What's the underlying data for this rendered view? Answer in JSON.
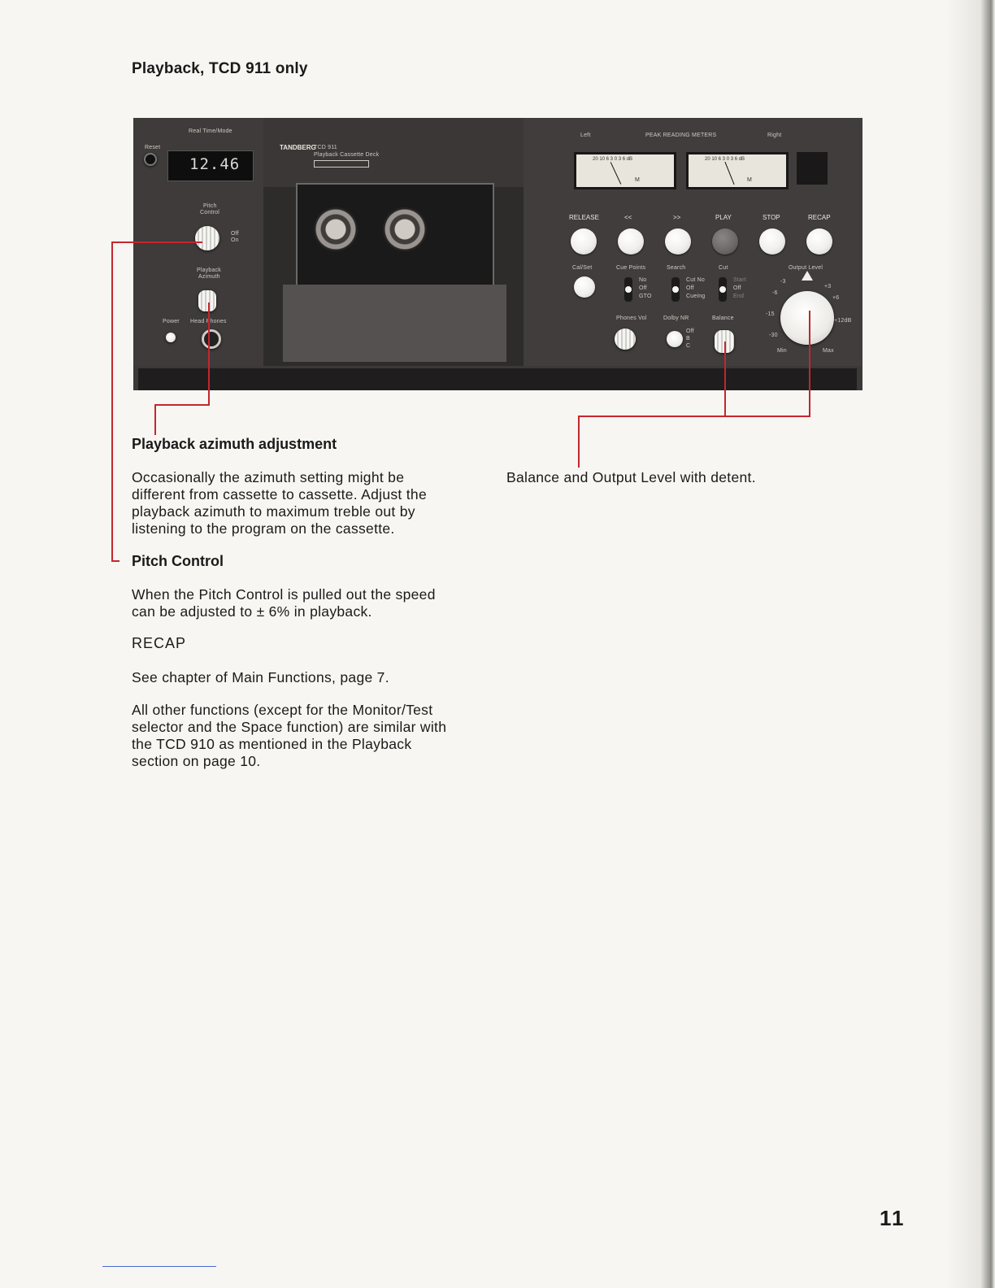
{
  "header": {
    "title": "Playback, TCD 911 only"
  },
  "deck": {
    "real_time_mode_label": "Real Time/Mode",
    "reset_label": "Reset",
    "counter": "12.46",
    "brand": "TANDBERG",
    "model": "TCD 911",
    "model_desc": "Playback Cassette Deck",
    "pitch_label_1": "Pitch",
    "pitch_label_2": "Control",
    "pitch_off": "Off",
    "pitch_on": "On",
    "azimuth_label_1": "Playback",
    "azimuth_label_2": "Azimuth",
    "power_label": "Power",
    "headphones_label": "Head Phones",
    "meters_left": "Left",
    "meters_title": "PEAK READING METERS",
    "meters_right": "Right",
    "meter_scale": "20 10 6 3 0 3 6 dB",
    "meter_m": "M",
    "buttons": [
      "RELEASE",
      "<<",
      ">>",
      "PLAY",
      "STOP",
      "RECAP"
    ],
    "cal_set": "Cal/Set",
    "cue_points": "Cue Points",
    "search": "Search",
    "cut": "Cut",
    "cue_no": "No",
    "cue_off": "Off",
    "cue_goto": "GTO",
    "search_cut_no": "Cut No",
    "search_off": "Off",
    "search_cueing": "Cueing",
    "cut_start": "Start",
    "cut_off": "Off",
    "cut_end": "End",
    "output_level": "Output Level",
    "output_marks": [
      "-3",
      "+3",
      "-6",
      "+6",
      "-15",
      "+12dB",
      "-30"
    ],
    "output_min": "Min",
    "output_max": "Max",
    "phones_vol": "Phones Vol",
    "dolby_nr": "Dolby NR",
    "dolby_off": "Off",
    "dolby_b": "B",
    "dolby_c": "C",
    "balance": "Balance"
  },
  "sections": {
    "azimuth_heading": "Playback azimuth adjustment",
    "azimuth_text": [
      "Occasionally the azimuth setting might be",
      "different from cassette to cassette. Adjust the",
      "playback azimuth to maximum treble out by",
      "listening to the program on the cassette."
    ],
    "balance_caption": "Balance and Output Level with detent.",
    "pitch_heading": "Pitch Control",
    "pitch_text": [
      "When the Pitch Control is pulled out the speed",
      "can be adjusted to ± 6% in playback."
    ],
    "recap_heading": "RECAP",
    "recap_text": "See chapter of Main Functions, page 7.",
    "other_text": [
      "All other functions (except for the Monitor/Test",
      "selector and the Space function) are similar with",
      "the TCD 910 as mentioned in the Playback",
      "section on page 10."
    ]
  },
  "page_number": "11"
}
